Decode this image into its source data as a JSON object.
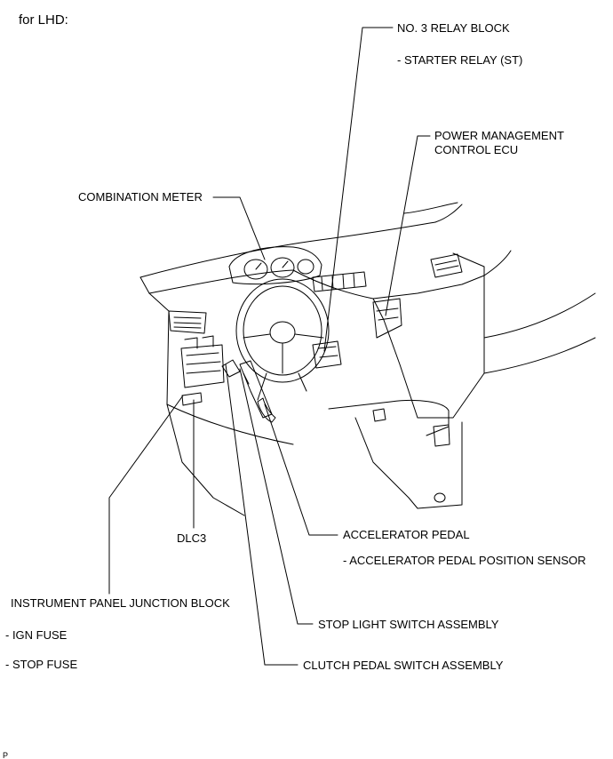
{
  "heading": "for LHD:",
  "labels": {
    "relay_block": "NO. 3 RELAY BLOCK",
    "starter_relay": "- STARTER RELAY (ST)",
    "pm_ecu_line1": "POWER MANAGEMENT",
    "pm_ecu_line2": "CONTROL ECU",
    "combination_meter": "COMBINATION METER",
    "dlc3": "DLC3",
    "accelerator_pedal": "ACCELERATOR PEDAL",
    "accel_sensor": "- ACCELERATOR PEDAL POSITION SENSOR",
    "ip_junction_block": "INSTRUMENT PANEL JUNCTION BLOCK",
    "ign_fuse": "- IGN FUSE",
    "stop_fuse": "- STOP FUSE",
    "stop_light_switch": "STOP LIGHT SWITCH ASSEMBLY",
    "clutch_switch": "CLUTCH PEDAL SWITCH ASSEMBLY"
  },
  "code": "P"
}
